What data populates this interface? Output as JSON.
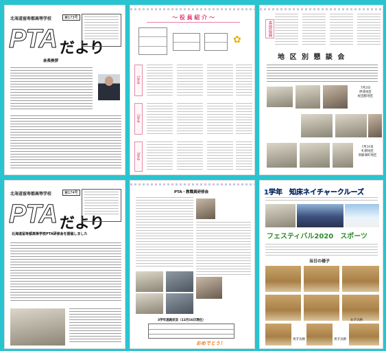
{
  "pages": [
    {
      "id": "p1",
      "school": "北海道留寿都高等学校",
      "issue": "第173号",
      "masthead_pta": "PTA",
      "masthead_dayori": "だより",
      "caption": "会長挨拶"
    },
    {
      "id": "p2",
      "banner": "～ 役 員 紹 介 ～",
      "rows": [
        "1学年",
        "2学年",
        "3学年"
      ]
    },
    {
      "id": "p3",
      "side_tab": "本部役員",
      "title": "地 区 別 懇 談 会",
      "date_1": "7月2日\n伊達地区\n虻田郡地区",
      "date_2": "7月10日\n札幌地区\n洞爺湖町地区"
    },
    {
      "id": "p4",
      "school": "北海道留寿都高等学校",
      "issue": "第174号",
      "masthead_pta": "PTA",
      "masthead_dayori": "だより",
      "headline": "北海道留寿都高等学校PTA研修会を開催しました"
    },
    {
      "id": "p5",
      "headline": "PTA・教職員研修会",
      "table_caption": "3学年進路状況（12月16日現在）",
      "omedeto": "おめでとう！"
    },
    {
      "id": "p6",
      "title_1": "1学年　知床ネイチャークルーズ",
      "title_2": "フェスティバル2020　スポーツ",
      "sub_head": "当日の様子",
      "labels": [
        "男子決勝",
        "男子決勝",
        "女子決勝"
      ]
    }
  ]
}
